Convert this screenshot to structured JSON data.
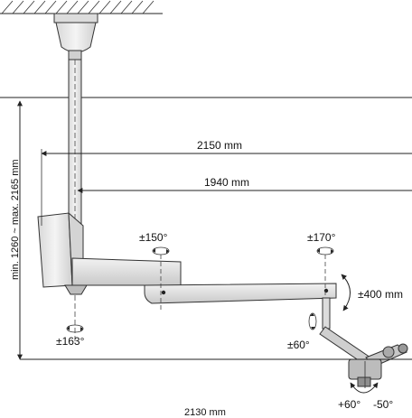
{
  "dimensions": {
    "overall_reach": "2150 mm",
    "arm_reach": "1940 mm",
    "bottom_span": "2130 mm",
    "vertical_range": "min. 1260 ~ max. 2165 mm"
  },
  "rotations": {
    "base_pivot": "±163°",
    "first_joint": "±150°",
    "second_joint": "±170°",
    "vertical_travel": "±400 mm",
    "head_tilt": "±60°",
    "head_pitch_up": "+60°",
    "head_pitch_down": "-50°"
  },
  "colors": {
    "line": "#222222",
    "housing_fill": "#e8e8e8",
    "housing_shade": "#cfcfcf"
  }
}
